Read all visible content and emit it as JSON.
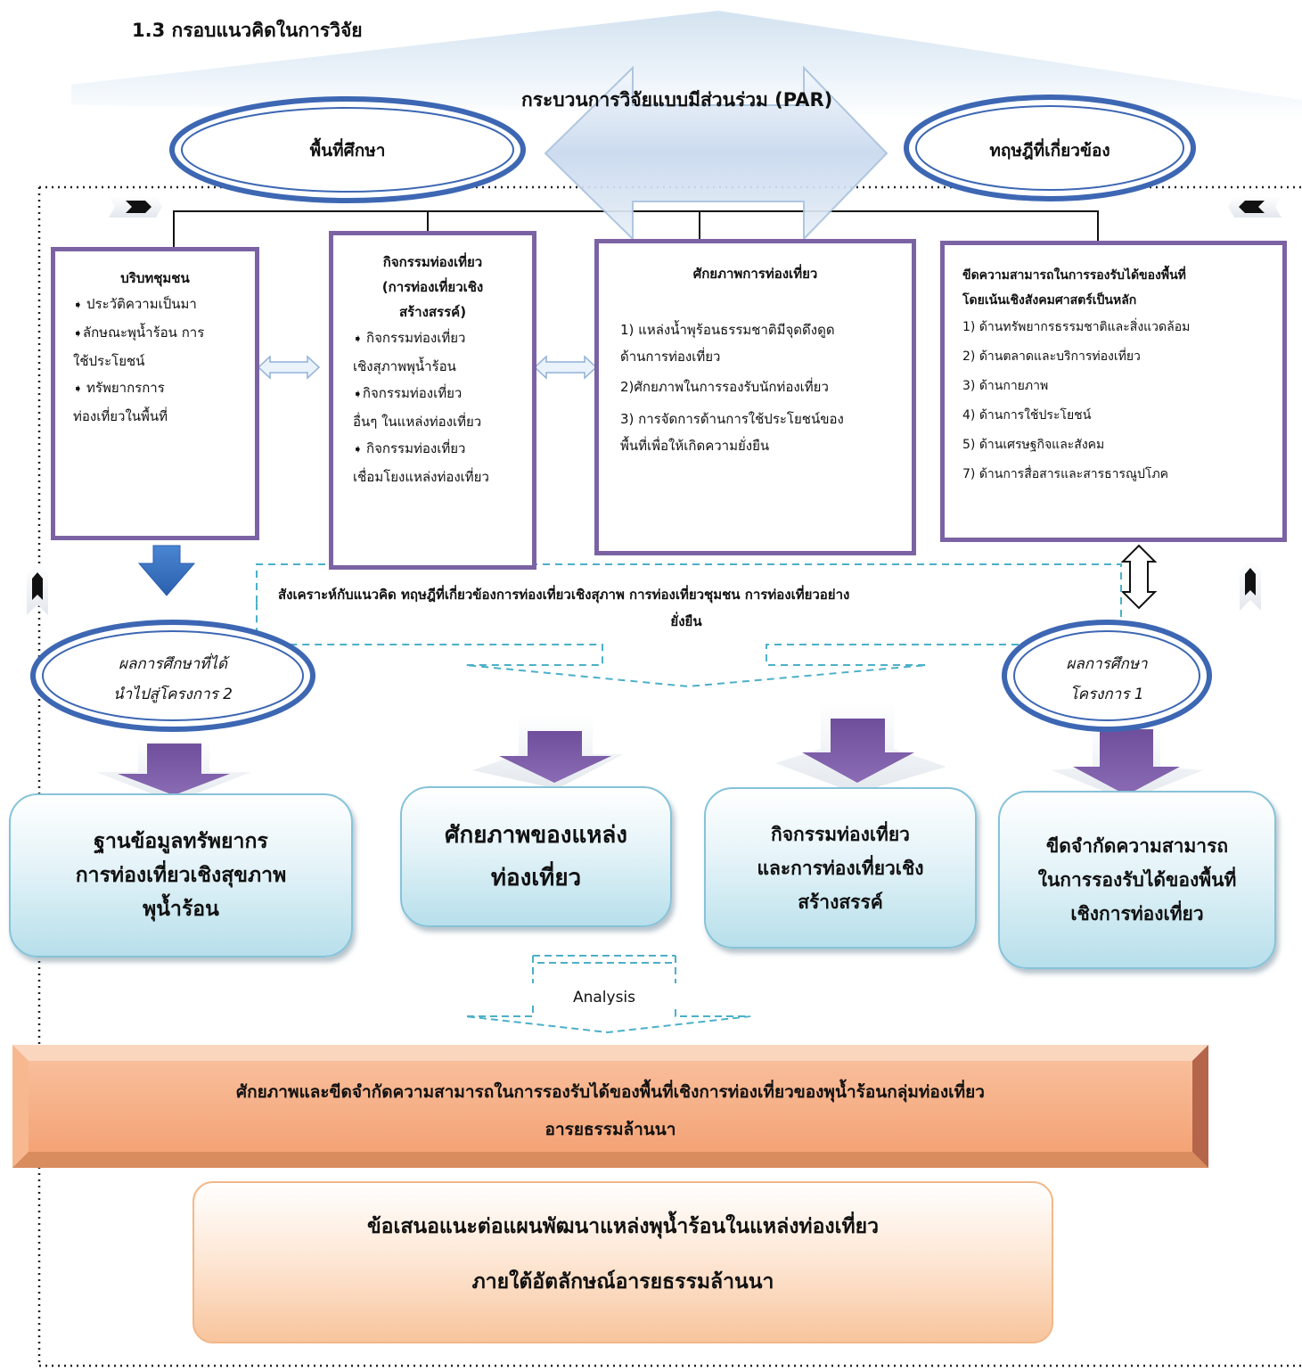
{
  "section_title": "1.3 กรอบแนวคิดในการวิจัย",
  "par_label": "กระบวนการวิจัยแบบมีส่วนร่วม (PAR)",
  "oval_left": "พื้นที่ศึกษา",
  "oval_right": "ทฤษฎีที่เกี่ยวข้อง",
  "box1": {
    "title": "บริบทชุมชน",
    "lines": [
      "ประวัติความเป็นมา",
      "ลักษณะพุน้ำร้อน การ",
      "ใช้ประโยชน์",
      "ทรัพยากรการ",
      "ท่องเที่ยวในพื้นที่"
    ]
  },
  "box2": {
    "title_lines": [
      "กิจกรรมท่องเที่ยว",
      "(การท่องเที่ยวเชิง",
      "สร้างสรรค์)"
    ],
    "lines": [
      "กิจกรรมท่องเที่ยว",
      "เชิงสุภาพพุน้ำร้อน",
      "กิจกรรมท่องเที่ยว",
      "อื่นๆ ในแหล่งท่องเที่ยว",
      "กิจกรรมท่องเที่ยว",
      "เชื่อมโยงแหล่งท่องเที่ยว"
    ]
  },
  "box3": {
    "title": "ศักยภาพการท่องเที่ยว",
    "lines": [
      "1) แหล่งน้ำพุร้อนธรรมชาติมีจุดดึงดูด",
      "ด้านการท่องเที่ยว",
      "2)ศักยภาพในการรองรับนักท่องเที่ยว",
      "3) การจัดการด้านการใช้ประโยชน์ของ",
      "พื้นที่เพื่อให้เกิดความยั่งยืน"
    ]
  },
  "box4": {
    "title_lines": [
      "ขีดความสามารถในการรองรับได้ของพื้นที่",
      "โดยเน้นเชิงสังคมศาสตร์เป็นหลัก"
    ],
    "lines": [
      "1) ด้านทรัพยากรธรรมชาติและสิ่งแวดล้อม",
      "2) ด้านตลาดและบริการท่องเที่ยว",
      "3) ด้านกายภาพ",
      "4) ด้านการใช้ประโยชน์",
      "5) ด้านเศรษฐกิจและสังคม",
      "7) ด้านการสื่อสารและสารธารณูปโภค"
    ]
  },
  "synthesis_lines": [
    "สังเคราะห์กับแนวคิด ทฤษฎีที่เกี่ยวข้องการท่องเที่ยวเชิงสุภาพ การท่องเที่ยวชุมชน  การท่องเที่ยวอย่าง",
    "ยั่งยืน"
  ],
  "oval_result_left": [
    "ผลการศึกษาที่ได้",
    "นำไปสู่โครงการ 2"
  ],
  "oval_result_right": [
    "ผลการศึกษา",
    "โครงการ 1"
  ],
  "result_boxes": [
    [
      "ฐานข้อมูลทรัพยากร",
      "การท่องเที่ยวเชิงสุขภาพ",
      "พุน้ำร้อน"
    ],
    [
      "ศักยภาพของแหล่ง",
      "ท่องเที่ยว"
    ],
    [
      "กิจกรรมท่องเที่ยว",
      "และการท่องเที่ยวเชิง",
      "สร้างสรรค์"
    ],
    [
      "ขีดจำกัดความสามารถ",
      "ในการรองรับได้ของพื้นที่",
      "เชิงการท่องเที่ยว"
    ]
  ],
  "analysis_label": "Analysis",
  "bevel_lines": [
    "ศักยภาพและขีดจำกัดความสามารถในการรองรับได้ของพื้นที่เชิงการท่องเที่ยวของพุน้ำร้อนกลุ่มท่องเที่ยว",
    "อารยธรรมล้านนา"
  ],
  "final_lines": [
    "ข้อเสนอแนะต่อแผนพัฒนาแหล่งพุน้ำร้อนในแหล่งท่องเที่ยว",
    "ภายใต้อัตลักษณ์อารยธรรมล้านนา"
  ],
  "colors": {
    "box_border": "#7b63a3",
    "oval_border": "#3d67b3",
    "down_arrow": "#8063a8",
    "blue_arrow": "#3a72c4",
    "dashed": "#4bb0c8",
    "bevel": "#f2a57a",
    "final_box": "#fbd8bd"
  }
}
